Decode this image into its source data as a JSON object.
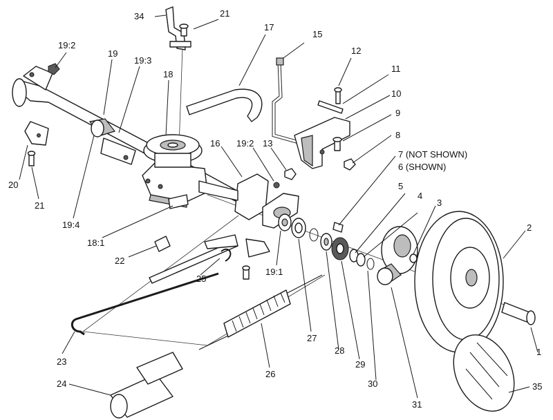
{
  "labels": {
    "l34": "34",
    "l21a": "21",
    "l17": "17",
    "l15": "15",
    "l12": "12",
    "l11": "11",
    "l10": "10",
    "l9": "9",
    "l8": "8",
    "l7": "7 (NOT SHOWN)",
    "l6": "6 (SHOWN)",
    "l5": "5",
    "l4": "4",
    "l3": "3",
    "l2": "2",
    "l1": "1",
    "l35": "35",
    "l192a": "19:2",
    "l19": "19",
    "l193": "19:3",
    "l18": "18",
    "l16": "16",
    "l192b": "19:2",
    "l13": "13",
    "l20": "20",
    "l21b": "21",
    "l194": "19:4",
    "l181": "18:1",
    "l22": "22",
    "l25": "25",
    "l191": "19:1",
    "l27": "27",
    "l28": "28",
    "l29": "29",
    "l30": "30",
    "l31": "31",
    "l23": "23",
    "l26": "26",
    "l24": "24"
  }
}
